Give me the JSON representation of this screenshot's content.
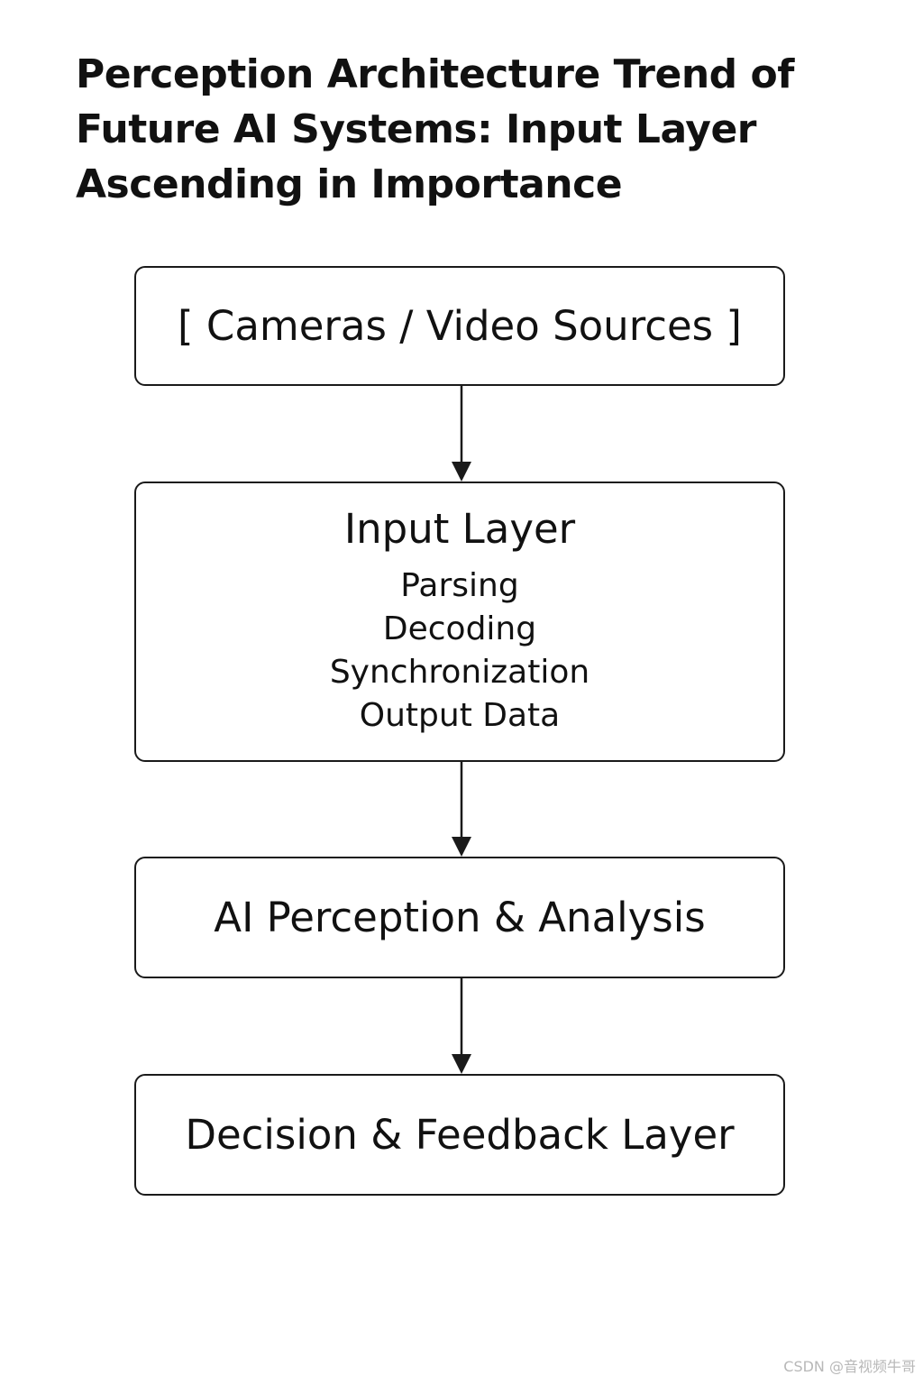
{
  "title": "Perception Architecture Trend of Future AI Systems: Input Layer Ascending in Importance",
  "boxes": {
    "cameras": "[ Cameras / Video Sources ]",
    "input_layer": {
      "title": "Input Layer",
      "steps": [
        "Parsing",
        "Decoding",
        "Synchronization",
        "Output Data"
      ]
    },
    "ai_perception": "AI Perception & Analysis",
    "decision": "Decision & Feedback Layer"
  },
  "watermark": "CSDN @音视频牛哥",
  "colors": {
    "stroke": "#1a1a1a",
    "text": "#111111",
    "background": "#ffffff",
    "watermark": "#b8b8b8"
  }
}
